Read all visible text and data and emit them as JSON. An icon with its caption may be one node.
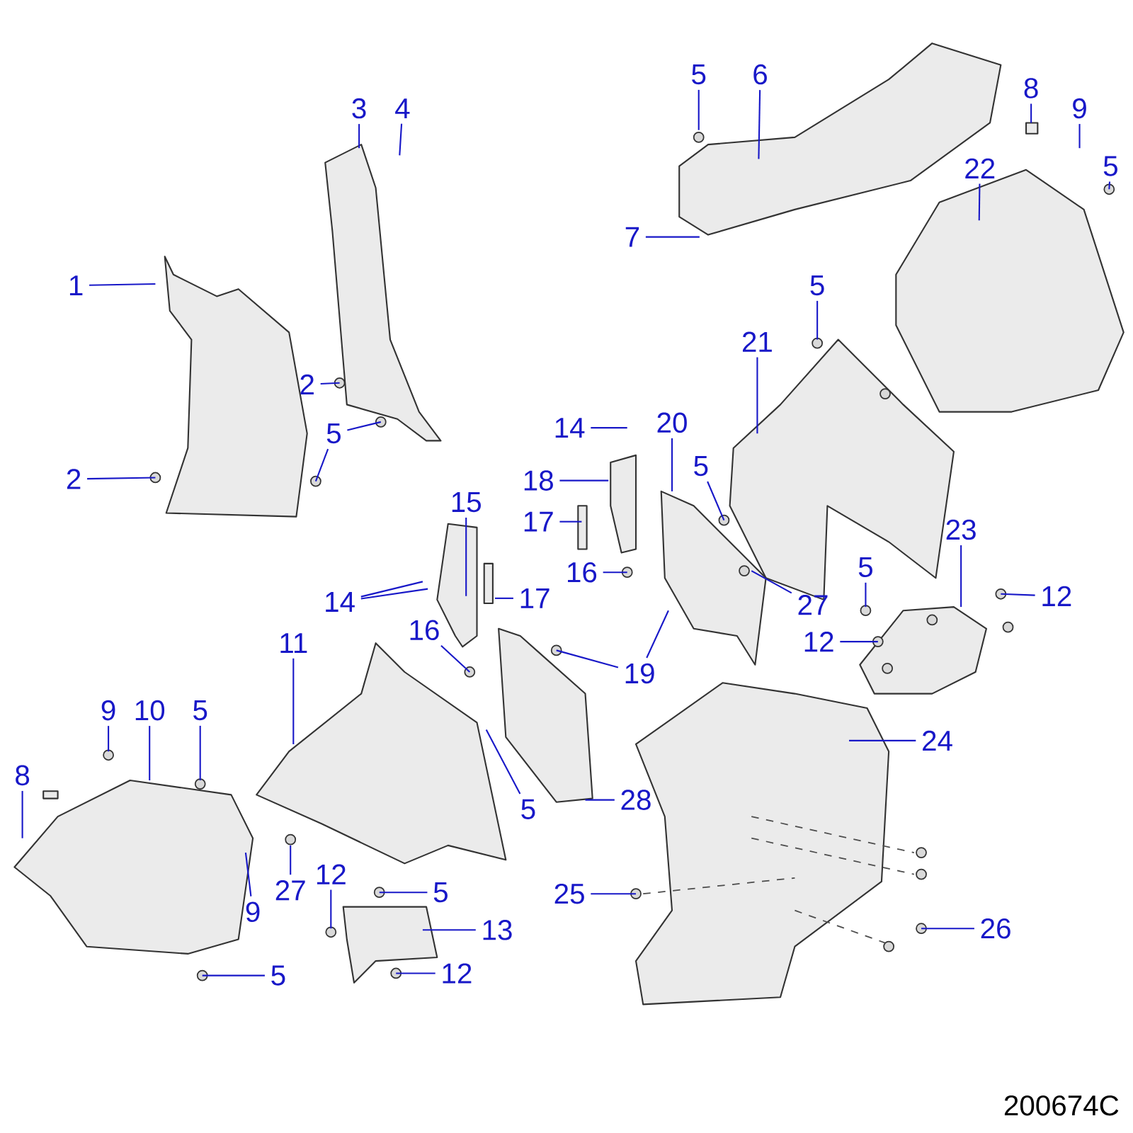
{
  "diagram": {
    "nodes": [
      {
        "text": [
          "1"
        ]
      },
      {
        "text": [
          "3"
        ]
      },
      {
        "text": [
          "4"
        ]
      },
      {
        "text": [
          "2"
        ]
      },
      {
        "text": [
          "2"
        ]
      },
      {
        "text": [
          "5"
        ]
      },
      {
        "text": [
          "5"
        ]
      },
      {
        "text": [
          "6"
        ]
      },
      {
        "text": [
          "7"
        ]
      },
      {
        "text": [
          "8"
        ]
      },
      {
        "text": [
          "9"
        ]
      },
      {
        "text": [
          "5"
        ]
      },
      {
        "text": [
          "22"
        ]
      },
      {
        "text": [
          "5"
        ]
      },
      {
        "text": [
          "21"
        ]
      },
      {
        "text": [
          "14"
        ]
      },
      {
        "text": [
          "20"
        ]
      },
      {
        "text": [
          "18"
        ]
      },
      {
        "text": [
          "17"
        ]
      },
      {
        "text": [
          "5"
        ]
      },
      {
        "text": [
          "16"
        ]
      },
      {
        "text": [
          "15"
        ]
      },
      {
        "text": [
          "14"
        ]
      },
      {
        "text": [
          "17"
        ]
      },
      {
        "text": [
          "27"
        ]
      },
      {
        "text": [
          "5"
        ]
      },
      {
        "text": [
          "23"
        ]
      },
      {
        "text": [
          "12"
        ]
      },
      {
        "text": [
          "12"
        ]
      },
      {
        "text": [
          "16"
        ]
      },
      {
        "text": [
          "19"
        ]
      },
      {
        "text": [
          "11"
        ]
      },
      {
        "text": [
          "9"
        ]
      },
      {
        "text": [
          "10"
        ]
      },
      {
        "text": [
          "5"
        ]
      },
      {
        "text": [
          "8"
        ]
      },
      {
        "text": [
          "24"
        ]
      },
      {
        "text": [
          "5"
        ]
      },
      {
        "text": [
          "28"
        ]
      },
      {
        "text": [
          "9"
        ]
      },
      {
        "text": [
          "27"
        ]
      },
      {
        "text": [
          "12"
        ]
      },
      {
        "text": [
          "5"
        ]
      },
      {
        "text": [
          "13"
        ]
      },
      {
        "text": [
          "25"
        ]
      },
      {
        "text": [
          "26"
        ]
      },
      {
        "text": [
          "12"
        ]
      },
      {
        "text": [
          "5"
        ]
      }
    ],
    "edges": [
      {
        "from": 0,
        "to": null,
        "arrow": "none"
      },
      {
        "from": 1,
        "to": null,
        "arrow": "none"
      },
      {
        "from": 2,
        "to": null,
        "arrow": "none"
      },
      {
        "from": 3,
        "to": null,
        "arrow": "none"
      },
      {
        "from": 4,
        "to": null,
        "arrow": "none"
      },
      {
        "from": 5,
        "to": null,
        "arrow": "none"
      },
      {
        "from": 5,
        "to": null,
        "arrow": "none"
      },
      {
        "from": 6,
        "to": null,
        "arrow": "none"
      },
      {
        "from": 7,
        "to": null,
        "arrow": "none"
      },
      {
        "from": 8,
        "to": null,
        "arrow": "none"
      },
      {
        "from": 9,
        "to": null,
        "arrow": "none"
      },
      {
        "from": 10,
        "to": null,
        "arrow": "none"
      },
      {
        "from": 11,
        "to": null,
        "arrow": "none"
      },
      {
        "from": 12,
        "to": null,
        "arrow": "none"
      },
      {
        "from": 13,
        "to": null,
        "arrow": "none"
      },
      {
        "from": 14,
        "to": null,
        "arrow": "none"
      },
      {
        "from": 15,
        "to": null,
        "arrow": "none"
      },
      {
        "from": 16,
        "to": null,
        "arrow": "none"
      },
      {
        "from": 17,
        "to": null,
        "arrow": "none"
      },
      {
        "from": 18,
        "to": null,
        "arrow": "none"
      },
      {
        "from": 19,
        "to": null,
        "arrow": "none"
      },
      {
        "from": 20,
        "to": null,
        "arrow": "none"
      },
      {
        "from": 21,
        "to": null,
        "arrow": "none"
      },
      {
        "from": 22,
        "to": null,
        "arrow": "none"
      },
      {
        "from": 22,
        "to": null,
        "arrow": "none"
      },
      {
        "from": 23,
        "to": null,
        "arrow": "none"
      },
      {
        "from": 24,
        "to": null,
        "arrow": "none"
      },
      {
        "from": 25,
        "to": null,
        "arrow": "none"
      },
      {
        "from": 26,
        "to": null,
        "arrow": "none"
      },
      {
        "from": 27,
        "to": null,
        "arrow": "none"
      },
      {
        "from": 28,
        "to": null,
        "arrow": "none"
      },
      {
        "from": 29,
        "to": null,
        "arrow": "none"
      },
      {
        "from": 30,
        "to": null,
        "arrow": "none"
      },
      {
        "from": 30,
        "to": null,
        "arrow": "none"
      },
      {
        "from": 31,
        "to": null,
        "arrow": "none"
      },
      {
        "from": 32,
        "to": null,
        "arrow": "none"
      },
      {
        "from": 33,
        "to": null,
        "arrow": "none"
      },
      {
        "from": 34,
        "to": null,
        "arrow": "none"
      },
      {
        "from": 35,
        "to": null,
        "arrow": "none"
      },
      {
        "from": 36,
        "to": null,
        "arrow": "none"
      },
      {
        "from": 37,
        "to": null,
        "arrow": "none"
      },
      {
        "from": 38,
        "to": null,
        "arrow": "none"
      },
      {
        "from": 39,
        "to": null,
        "arrow": "none"
      },
      {
        "from": 40,
        "to": null,
        "arrow": "none"
      },
      {
        "from": 41,
        "to": null,
        "arrow": "none"
      },
      {
        "from": 42,
        "to": null,
        "arrow": "none"
      },
      {
        "from": 43,
        "to": null,
        "arrow": "none"
      },
      {
        "from": 44,
        "to": null,
        "arrow": "none"
      },
      {
        "from": 45,
        "to": null,
        "arrow": "none"
      },
      {
        "from": 46,
        "to": null,
        "arrow": "none"
      },
      {
        "from": 47,
        "to": null,
        "arrow": "none"
      }
    ],
    "labels": [
      "200674C"
    ]
  }
}
